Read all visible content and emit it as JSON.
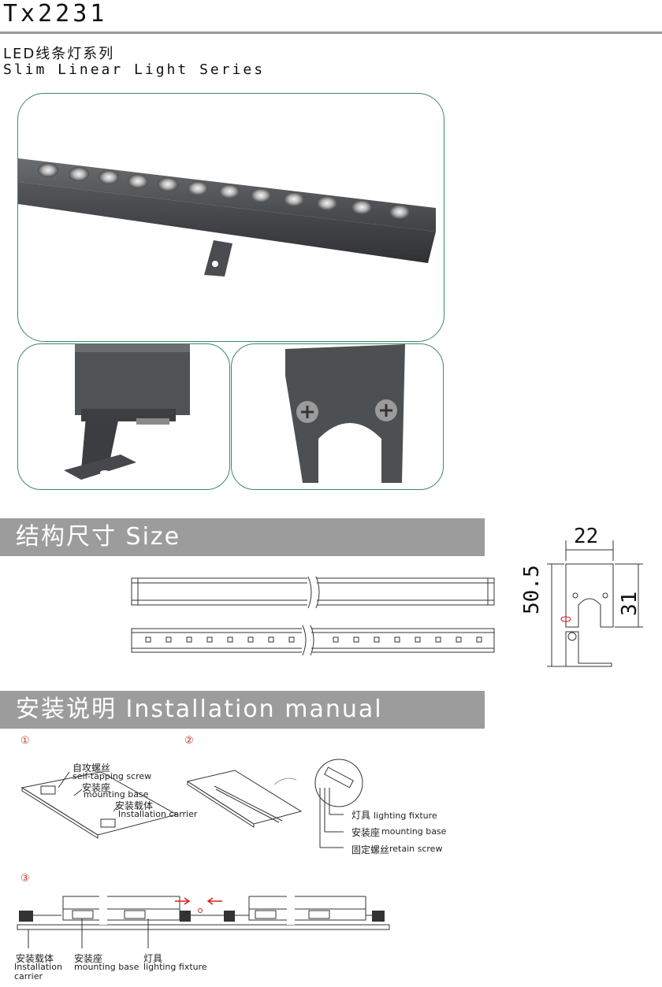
{
  "header": {
    "model": "Tx2231",
    "series_cn": "LED线条灯系列",
    "series_en": "Slim Linear Light Series"
  },
  "sections": {
    "size": {
      "title": "结构尺寸 Size"
    },
    "install": {
      "title": "安装说明 Installation manual"
    }
  },
  "dimensions": {
    "width": "22",
    "height": "50.5",
    "depth": "31"
  },
  "steps": {
    "one": {
      "number": "①",
      "screw_cn": "自攻螺丝",
      "screw_en": "self-tapping screw",
      "base_cn": "安装座",
      "base_en": "mounting base",
      "carrier_cn": "安装载体",
      "carrier_en": "Installation carrier"
    },
    "two": {
      "number": "②",
      "fixture_cn": "灯具",
      "fixture_en": "lighting fixture",
      "base_cn": "安装座",
      "base_en": "mounting base",
      "retain_cn": "固定螺丝",
      "retain_en": "retain screw"
    },
    "three": {
      "number": "③",
      "carrier_cn": "安装载体",
      "carrier_en1": "Installation",
      "carrier_en2": "carrier",
      "base_cn": "安装座",
      "base_en": "mounting base",
      "fixture_cn": "灯具",
      "fixture_en": "lighting fixture"
    }
  },
  "colors": {
    "frame": "#3d8a6a",
    "banner": "#9c9c9c",
    "accent": "#d62020"
  }
}
